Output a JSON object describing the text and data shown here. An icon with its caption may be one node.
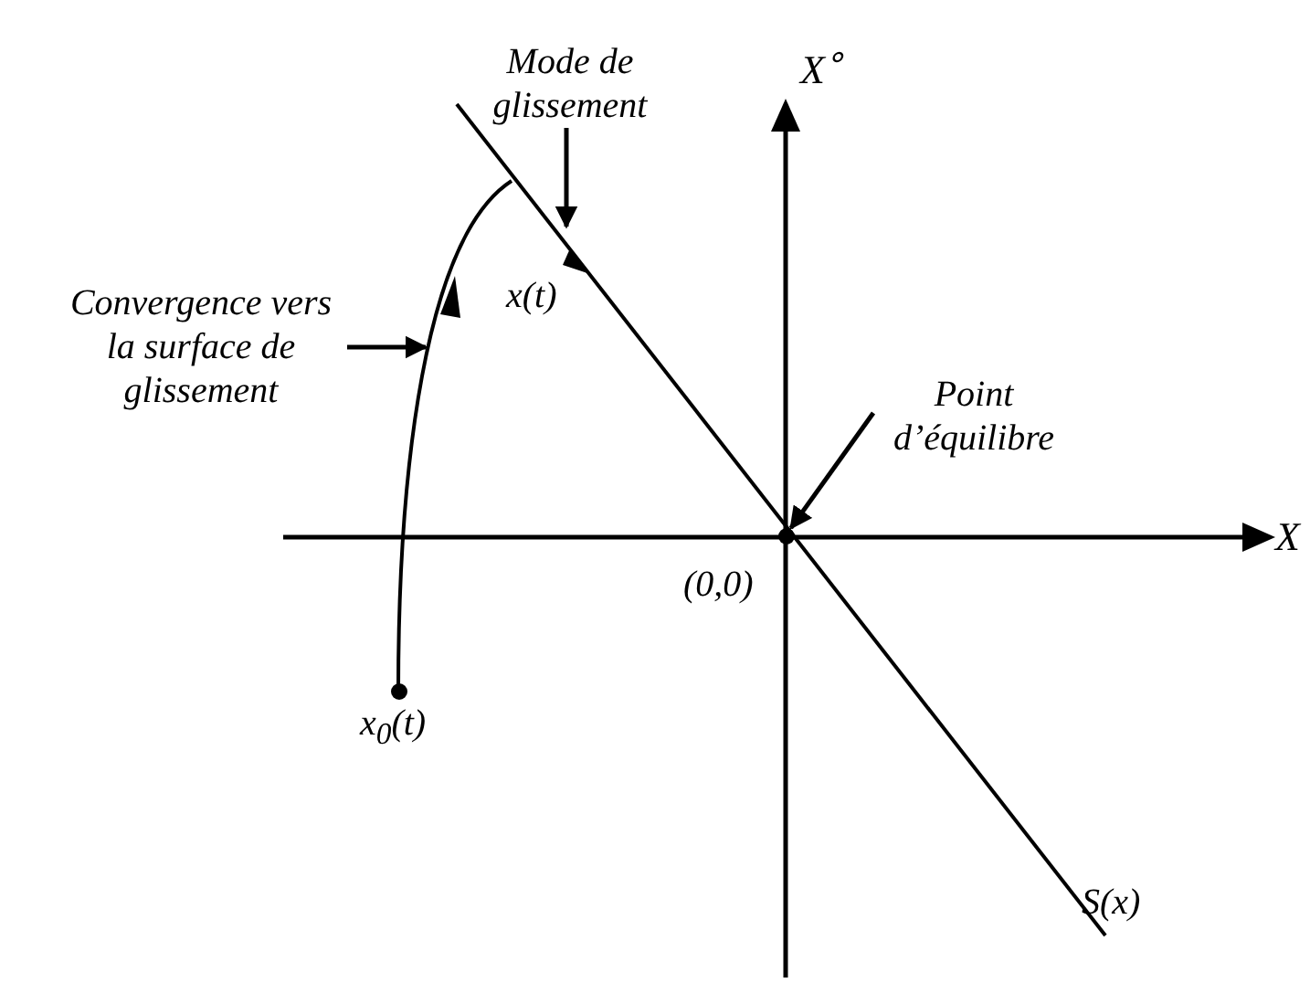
{
  "diagram": {
    "nodes": [
      {
        "text": [
          "Mode de glissement"
        ]
      },
      {
        "text": [
          "Convergence vers la surface de glissement"
        ]
      },
      {
        "text": [
          "Point d’équilibre"
        ]
      },
      {
        "text": [],
        "shape": "circle",
        "beside": [
          "(0,0)"
        ]
      },
      {
        "text": [],
        "shape": "circle",
        "beside": [
          "x$_{0}$(t)"
        ]
      }
    ],
    "edges": [
      {
        "from": 0,
        "to": null,
        "arrow": "to"
      },
      {
        "from": 1,
        "to": null,
        "arrow": "to"
      },
      {
        "from": 2,
        "to": 3,
        "arrow": "to"
      }
    ],
    "labels": [
      "X$^{∘}$",
      "X",
      "x(t)",
      "S(x)"
    ]
  }
}
